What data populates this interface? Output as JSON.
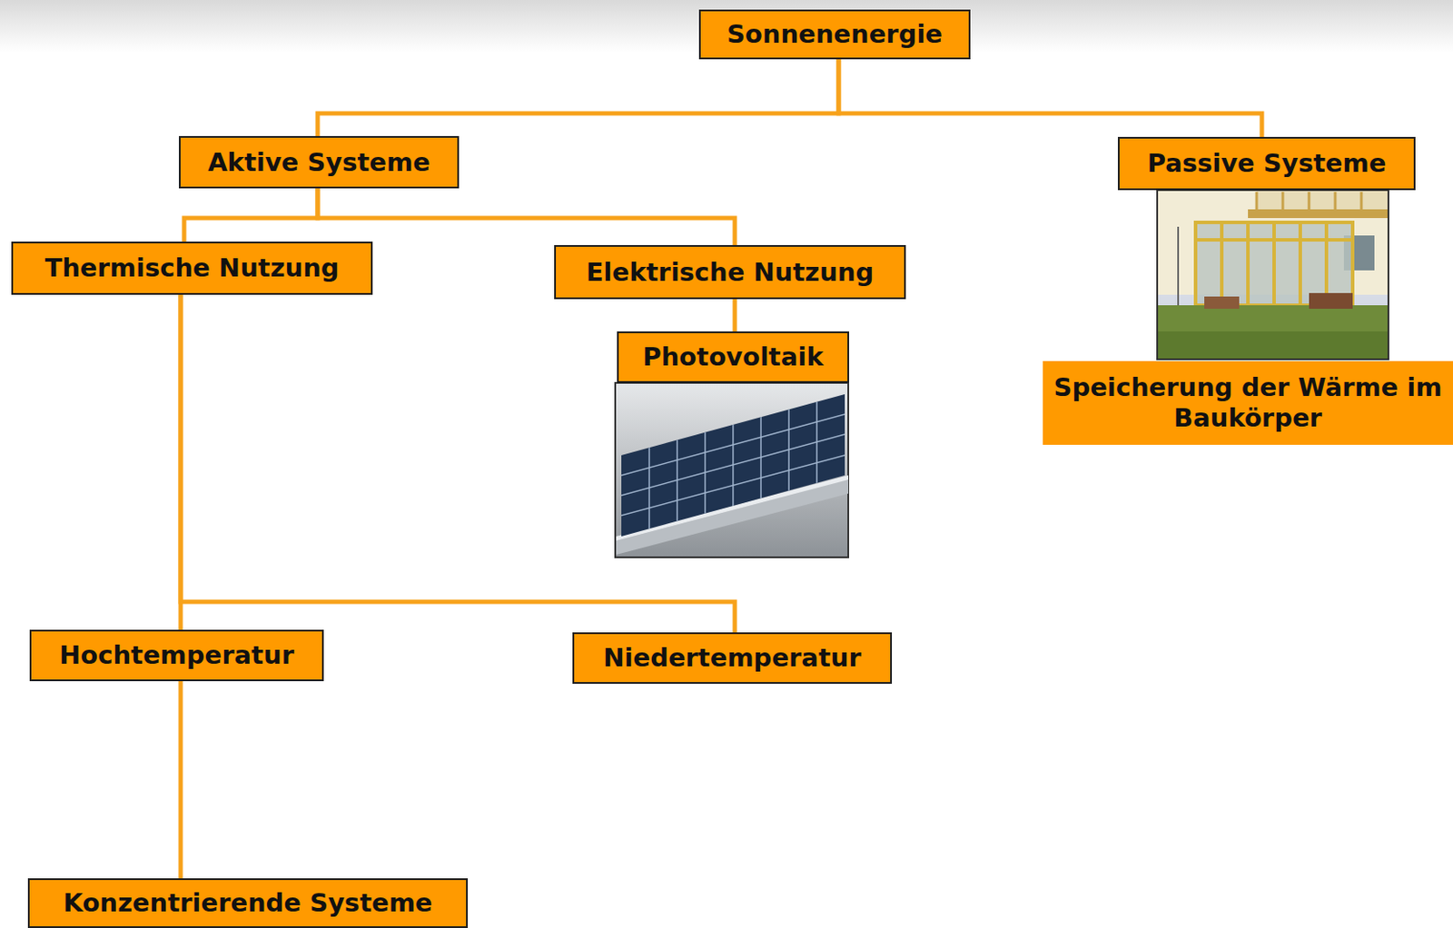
{
  "diagram": {
    "nodes": [
      {
        "text": [
          "Sonnenenergie"
        ]
      },
      {
        "text": [
          "Aktive Systeme"
        ]
      },
      {
        "text": [
          "Passive Systeme"
        ]
      },
      {
        "text": [
          "Thermische Nutzung"
        ]
      },
      {
        "text": [
          "Elektrische Nutzung"
        ]
      },
      {
        "text": [
          "Photovoltaik"
        ]
      },
      {
        "text": [
          "Speicherung der Wärme im Baukörper"
        ]
      },
      {
        "text": [
          "Hochtemperatur"
        ]
      },
      {
        "text": [
          "Niedertemperatur"
        ]
      },
      {
        "text": [
          "Konzentrierende Systeme"
        ]
      }
    ],
    "edges": [
      {
        "from": 0,
        "to": 1,
        "arrow": "none"
      },
      {
        "from": 0,
        "to": 2,
        "arrow": "none"
      },
      {
        "from": 1,
        "to": 3,
        "arrow": "none"
      },
      {
        "from": 1,
        "to": 4,
        "arrow": "none"
      },
      {
        "from": 4,
        "to": 5,
        "arrow": "none"
      },
      {
        "from": 3,
        "to": 7,
        "arrow": "none"
      },
      {
        "from": 3,
        "to": 8,
        "arrow": "none"
      },
      {
        "from": 7,
        "to": 9,
        "arrow": "none"
      }
    ]
  }
}
